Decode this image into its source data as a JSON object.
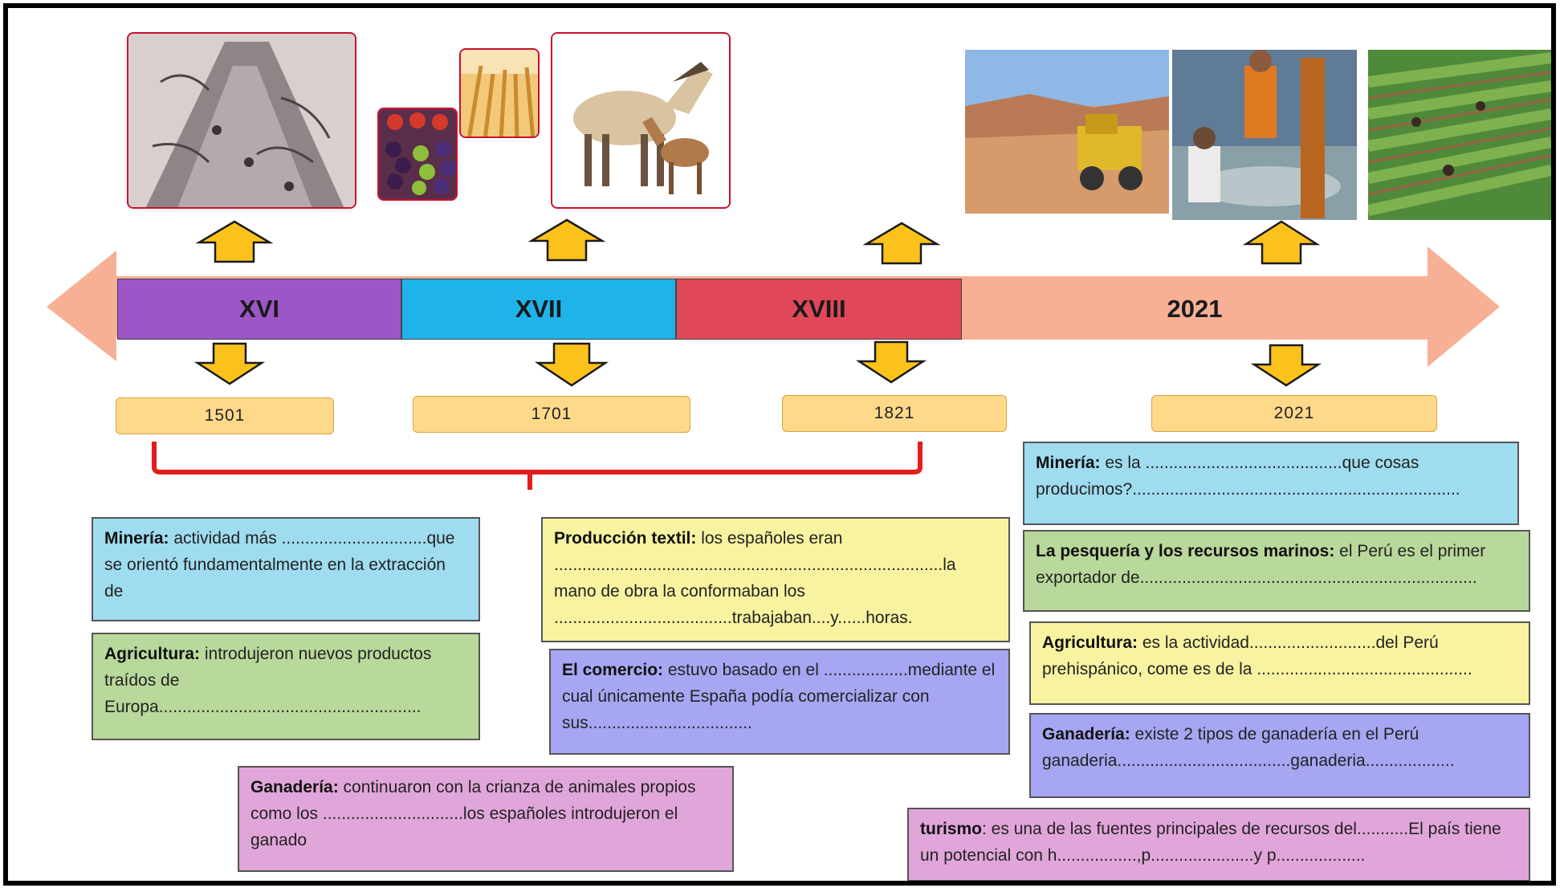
{
  "timeline": {
    "segments": [
      {
        "label": "XVI",
        "color": "#9d56c8"
      },
      {
        "label": "XVII",
        "color": "#1eb4ea"
      },
      {
        "label": "XVIII",
        "color": "#e04859"
      },
      {
        "label": "2021",
        "color": "#f7b095"
      }
    ],
    "dates": [
      "1501",
      "1701",
      "1821",
      "2021"
    ],
    "arrow_color": "#f7b095",
    "pointer_color": "#fbc21b"
  },
  "images": [
    {
      "icon": "colonial-mine-engraving"
    },
    {
      "icon": "fruits-grapes"
    },
    {
      "icon": "wheat-field"
    },
    {
      "icon": "horses"
    },
    {
      "icon": "mining-truck"
    },
    {
      "icon": "fishermen"
    },
    {
      "icon": "agriculture-field"
    }
  ],
  "cards": {
    "colonial_mineria": {
      "title": "Minería:",
      "text": " actividad más ...............................que se orientó fundamentalmente en la extracción de"
    },
    "colonial_agricultura": {
      "title": "Agricultura:",
      "text": " introdujeron nuevos productos traídos de Europa........................................................"
    },
    "colonial_ganaderia": {
      "title": "Ganadería:",
      "text": " continuaron con la crianza de animales propios como los ..............................los españoles introdujeron el ganado"
    },
    "colonial_textil": {
      "title": "Producción textil:",
      "text": " los españoles eran ...................................................................................la mano de obra la conformaban los ......................................trabajaban....y......horas."
    },
    "colonial_comercio": {
      "title": "El comercio:",
      "text": " estuvo basado en el ..................mediante el cual únicamente España podía comercializar con sus..................................."
    },
    "actual_mineria": {
      "title": "Minería:",
      "text": " es la ..........................................que cosas producimos?......................................................................"
    },
    "actual_pesqueria": {
      "title": "La pesquería y los recursos marinos:",
      "text": " el Perú es el primer exportador de........................................................................"
    },
    "actual_agricultura": {
      "title": "Agricultura:",
      "text": " es la actividad...........................del Perú prehispánico, come es de la .............................................."
    },
    "actual_ganaderia": {
      "title": "Ganadería:",
      "text": " existe 2 tipos de ganadería en el Perú ganaderia.....................................ganaderia..................."
    },
    "actual_turismo": {
      "title": "turismo",
      "text": ": es una de las fuentes principales de recursos del...........El país tiene un potencial con h.................,p......................y p..................."
    }
  }
}
